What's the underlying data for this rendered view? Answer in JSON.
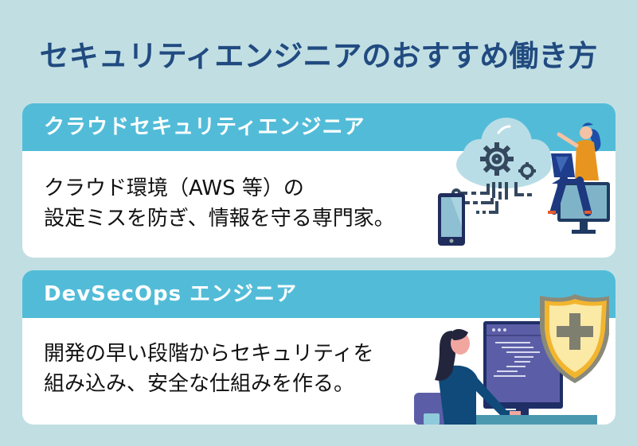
{
  "page": {
    "title": "セキュリティエンジニアのおすすめ働き方"
  },
  "cards": [
    {
      "heading": "クラウドセキュリティエンジニア",
      "body_lines": [
        "クラウド環境（AWS 等）の",
        "設定ミスを防ぎ、情報を守る専門家。"
      ],
      "illustration": "cloud-engineer-illustration"
    },
    {
      "heading": "DevSecOps エンジニア",
      "body_lines": [
        "開発の早い段階からセキュリティを",
        "組み込み、安全な仕組みを作る。"
      ],
      "illustration": "devsecops-engineer-illustration"
    }
  ],
  "colors": {
    "background": "#c1dfe3",
    "title": "#214b80",
    "card_header": "#52bcd8",
    "card_body": "#ffffff",
    "body_text": "#111111"
  }
}
